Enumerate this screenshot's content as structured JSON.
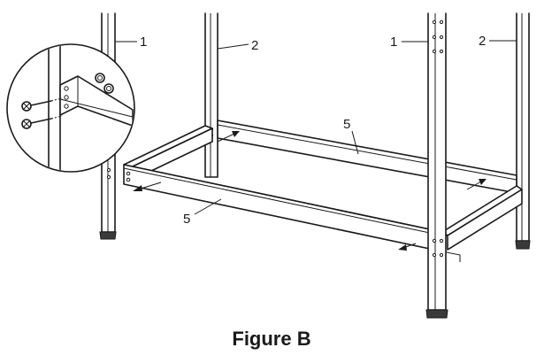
{
  "figure": {
    "caption": "Figure B",
    "callouts": [
      {
        "id": "front-left-upright",
        "text": "1"
      },
      {
        "id": "back-left-upright",
        "text": "2"
      },
      {
        "id": "front-right-upright",
        "text": "1"
      },
      {
        "id": "back-right-upright",
        "text": "2"
      },
      {
        "id": "back-beam",
        "text": "5"
      },
      {
        "id": "front-beam",
        "text": "5"
      }
    ],
    "inset": {
      "icon": "bolt-detail-magnifier",
      "bolt_count": 2
    },
    "arrow_count": 4,
    "colors": {
      "ink": "#1a1a1a",
      "foot": "#3a3a3a",
      "paper": "#ffffff"
    }
  }
}
